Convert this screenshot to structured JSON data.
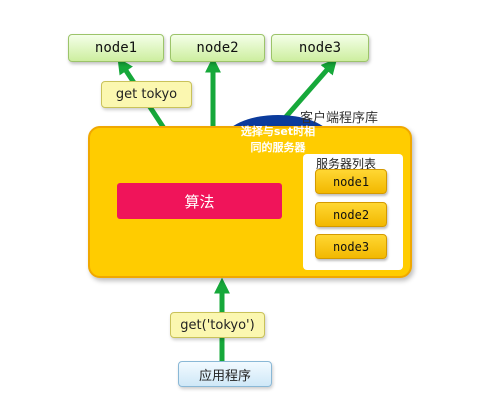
{
  "top_nodes": [
    {
      "label": "node1"
    },
    {
      "label": "node2"
    },
    {
      "label": "node3"
    }
  ],
  "get_tokyo_label": "get tokyo",
  "client_library_label": "客户端程序库",
  "bubble": {
    "line1": "选择与set时相",
    "line2": "同的服务器"
  },
  "algorithm_label": "算法",
  "server_list": {
    "title": "服务器列表",
    "nodes": [
      {
        "label": "node1"
      },
      {
        "label": "node2"
      },
      {
        "label": "node3"
      }
    ]
  },
  "get_call_label": "get('tokyo')",
  "application_label": "应用程序",
  "colors": {
    "arrow": "#16a83a",
    "client_bg": "#ffcc00",
    "algorithm": "#f0145a",
    "bubble": "#0b3b9c"
  }
}
